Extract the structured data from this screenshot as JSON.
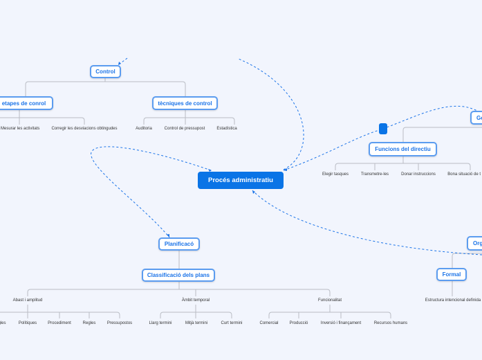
{
  "central": "Procés administratiu",
  "control": {
    "label": "Control",
    "branches": [
      {
        "label": "etapes de conrol",
        "leaves": [
          "Mesurar les activitats",
          "Corregir les desviacions obtingudes"
        ]
      },
      {
        "label": "tècniques de control",
        "leaves": [
          "Auditoria",
          "Control de pressupost",
          "Estadística"
        ]
      }
    ]
  },
  "planificacio": {
    "label": "Planificacó",
    "child": "Classificació dels plans",
    "groups": [
      {
        "label": "Abast i amplitud",
        "leaves": [
          "gles",
          "Polítiques",
          "Procediment",
          "Regles",
          "Pressupostos"
        ]
      },
      {
        "label": "Àmbit temporal",
        "leaves": [
          "Llarg termini",
          "Mitjà termini",
          "Curt termini"
        ]
      },
      {
        "label": "Funcionalitat",
        "leaves": [
          "Comercial",
          "Producció",
          "Inversió i finançament",
          "Recursos humans"
        ]
      }
    ]
  },
  "gestio": {
    "label": "Ge",
    "child": "Funcions del directiu",
    "leaves": [
      "Elegir tasques",
      "Transmetre-les",
      "Donar instruccions",
      "Bona situació de t"
    ]
  },
  "organitzacio": {
    "label": "Org",
    "child": "Formal",
    "leaf": "Estructura intencional definida"
  },
  "colors": {
    "accent": "#0a74e6",
    "border": "#5b9cf0",
    "background": "#f2f5fd"
  }
}
